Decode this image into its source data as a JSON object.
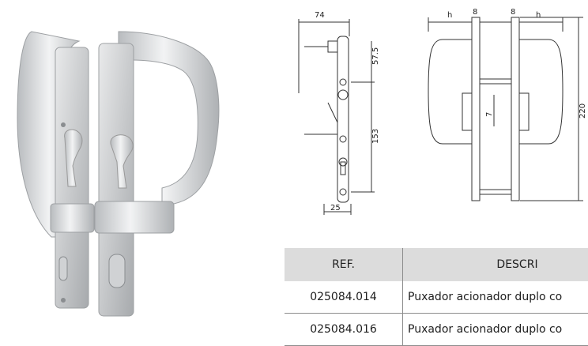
{
  "drawing": {
    "dims": {
      "width_top": "74",
      "upper": "57.5",
      "spacing": "153",
      "plate": "25",
      "h_left": "h",
      "h_right": "h",
      "gap_left": "8",
      "gap_right": "8",
      "spindle": "7",
      "height": "220"
    }
  },
  "table": {
    "headers": {
      "ref": "REF.",
      "desc": "DESCRI"
    },
    "rows": [
      {
        "ref": "025084.014",
        "desc": "Puxador acionador duplo co"
      },
      {
        "ref": "025084.016",
        "desc": "Puxador acionador duplo co"
      }
    ]
  }
}
